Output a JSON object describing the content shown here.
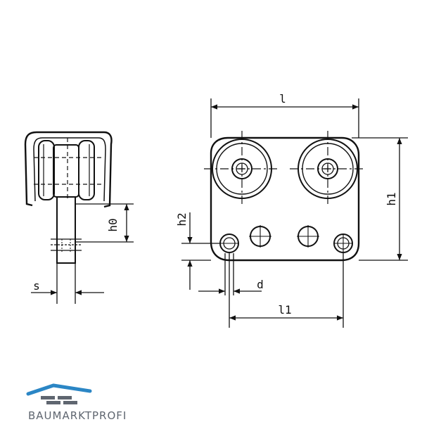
{
  "diagram": {
    "labels": {
      "l": "l",
      "h1": "h1",
      "h0": "h0",
      "h2": "h2",
      "s": "s",
      "d": "d",
      "l1": "l1"
    }
  },
  "branding": {
    "logo_text": "BAUMARKTPROFI",
    "colors": {
      "logo_accent": "#2b86c5",
      "logo_gray": "#5f6670"
    }
  },
  "colors": {
    "ink": "#111111",
    "background": "#ffffff"
  }
}
